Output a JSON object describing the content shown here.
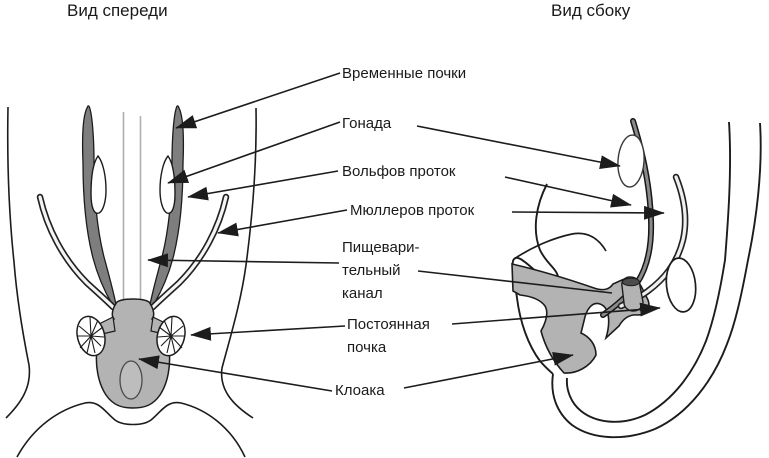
{
  "titles": {
    "front": "Вид спереди",
    "side": "Вид сбоку"
  },
  "labels": {
    "temporary_kidneys": "Временные почки",
    "gonad": "Гонада",
    "wolffian_duct": "Вольфов проток",
    "mullerian_duct": "Мюллеров проток",
    "digestive_canal": "Пищевари-\nтельный\nканал",
    "permanent_kidney": "Постоянная\nпочка",
    "cloaca": "Клоака"
  },
  "colors": {
    "outline": "#1c1c1c",
    "shade": "#b3b3b3",
    "duct_fill": "#7e7e7e",
    "midline": "#b0b0b0",
    "oval_fill": "#bdbdbd",
    "text": "#1a1a1a",
    "background": "#ffffff"
  }
}
